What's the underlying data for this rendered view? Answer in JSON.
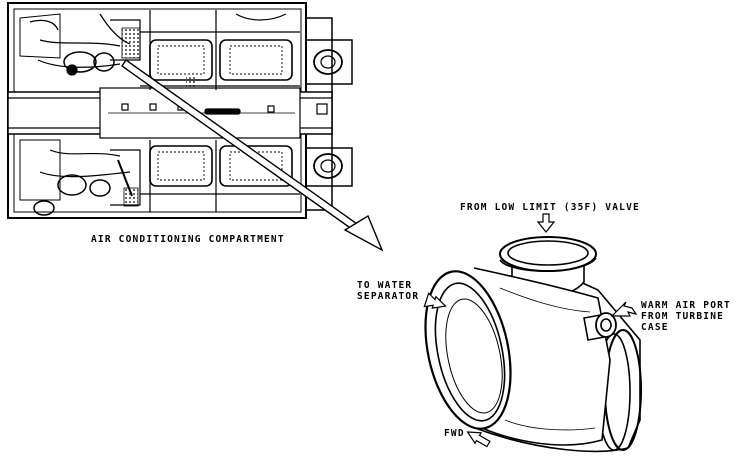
{
  "labels": {
    "compartment": "AIR CONDITIONING COMPARTMENT",
    "inlet": "FROM LOW LIMIT (35F) VALVE",
    "outlet_line1": "TO WATER",
    "outlet_line2": "SEPARATOR",
    "port_line1": "WARM AIR PORT",
    "port_line2": "FROM TURBINE",
    "port_line3": "CASE",
    "fwd": "FWD"
  }
}
